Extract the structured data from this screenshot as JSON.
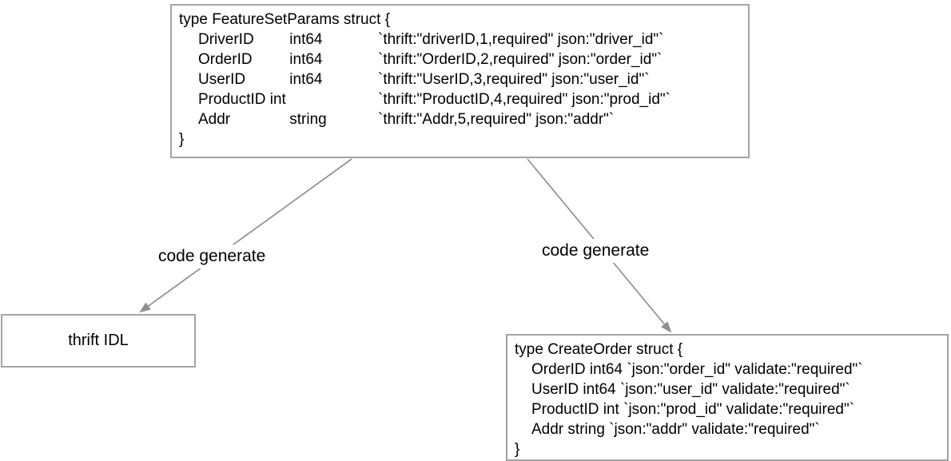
{
  "diagram": {
    "top_box": {
      "header": "type FeatureSetParams struct {",
      "fields": [
        {
          "name": "DriverID",
          "type": "int64",
          "tag": "`thrift:\"driverID,1,required\" json:\"driver_id\"`"
        },
        {
          "name": "OrderID",
          "type": "int64",
          "tag": "`thrift:\"OrderID,2,required\" json:\"order_id\"`"
        },
        {
          "name": "UserID",
          "type": "int64",
          "tag": "`thrift:\"UserID,3,required\" json:\"user_id\"`"
        },
        {
          "name": "ProductID",
          "type": "int",
          "tag": "`thrift:\"ProductID,4,required\" json:\"prod_id\"`"
        },
        {
          "name": "Addr",
          "type": "string",
          "tag": "`thrift:\"Addr,5,required\" json:\"addr\"`"
        }
      ],
      "footer": "}"
    },
    "left_box": {
      "label": "thrift IDL"
    },
    "right_box": {
      "header": "type CreateOrder struct {",
      "fields": [
        {
          "name": "OrderID",
          "type": "int64",
          "tag": "`json:\"order_id\" validate:\"required\"`"
        },
        {
          "name": "UserID",
          "type": "int64",
          "tag": "`json:\"user_id\" validate:\"required\"`"
        },
        {
          "name": "ProductID",
          "type": "int",
          "tag": "`json:\"prod_id\" validate:\"required\"`"
        },
        {
          "name": "Addr",
          "type": "string",
          "tag": "`json:\"addr\" validate:\"required\"`"
        }
      ],
      "footer": "}"
    },
    "arrows": [
      {
        "label": "code generate",
        "from": "FeatureSetParams",
        "to": "thrift IDL"
      },
      {
        "label": "code generate",
        "from": "FeatureSetParams",
        "to": "CreateOrder"
      }
    ],
    "colors": {
      "border": "#a3a3a3",
      "arrow": "#8f8f8f",
      "text": "#000000",
      "background": "#ffffff"
    }
  }
}
